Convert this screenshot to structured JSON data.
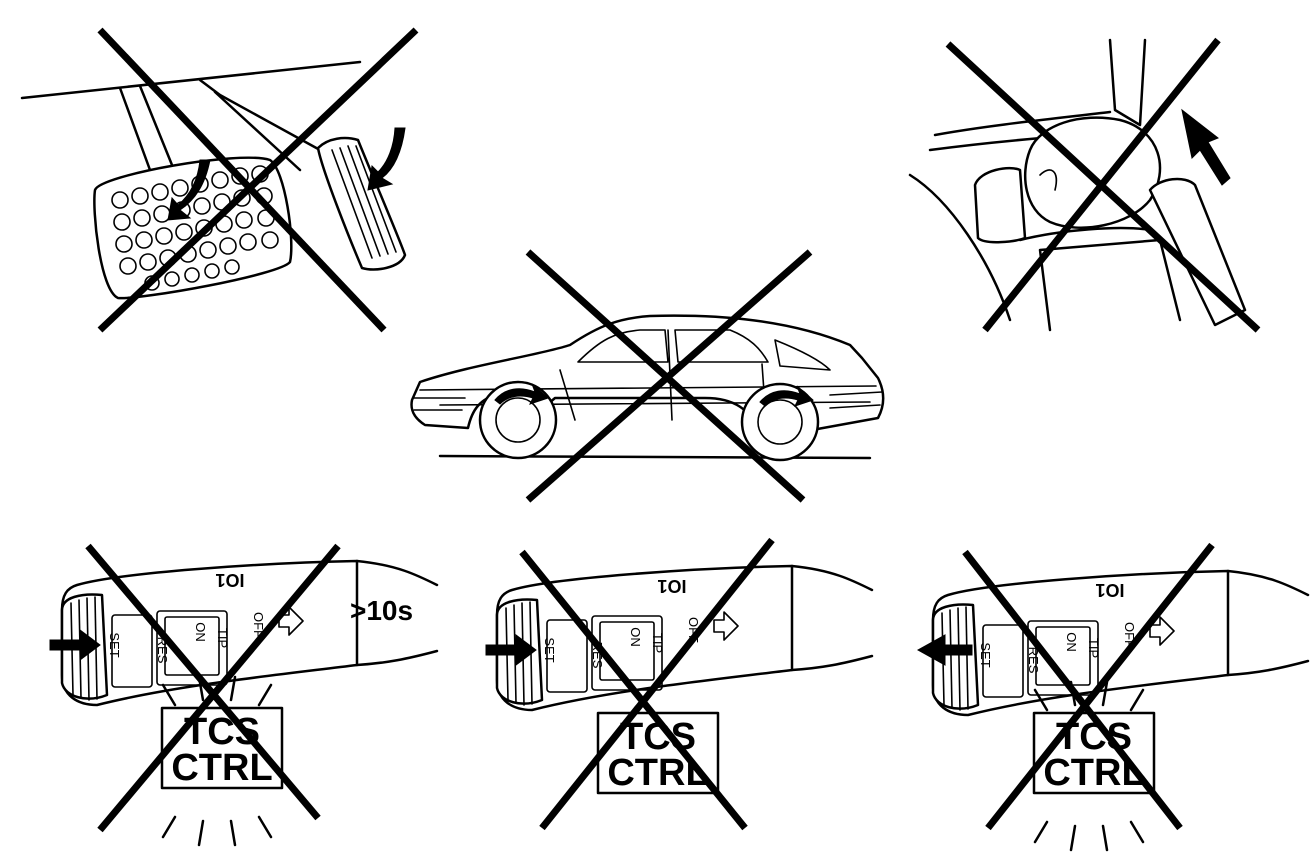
{
  "stalk_labels": {
    "set": "SET",
    "res": "RES",
    "on": "ON",
    "tip": "TIP",
    "off": "OFF",
    "dial": "IO1"
  },
  "indicator": {
    "line1": "TCS",
    "line2": "CTRL"
  },
  "duration_label": ">10s",
  "panels": [
    {
      "name": "pedals",
      "prohibited": true
    },
    {
      "name": "car-wheelspin",
      "prohibited": true
    },
    {
      "name": "gear-selector",
      "prohibited": true
    },
    {
      "name": "stalk-set-hold",
      "prohibited": true
    },
    {
      "name": "stalk-set-press",
      "prohibited": true
    },
    {
      "name": "stalk-pull",
      "prohibited": true
    }
  ]
}
